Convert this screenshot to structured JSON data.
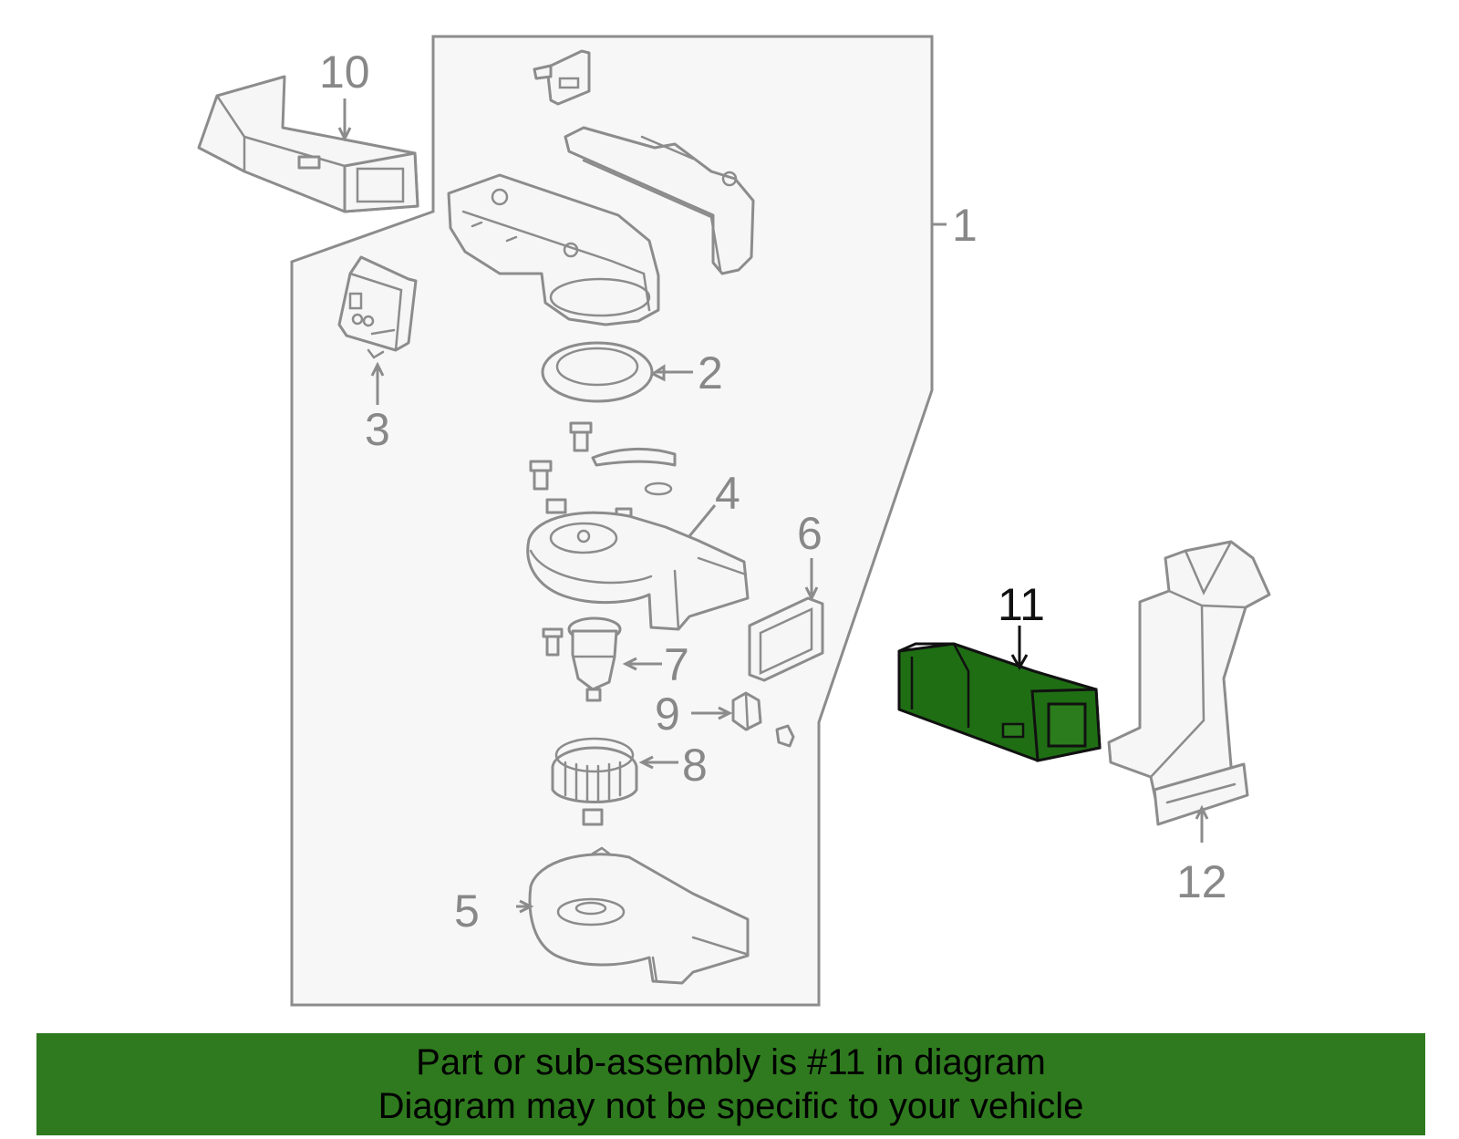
{
  "callouts": {
    "c1": "1",
    "c2": "2",
    "c3": "3",
    "c4": "4",
    "c5": "5",
    "c6": "6",
    "c7": "7",
    "c8": "8",
    "c9": "9",
    "c10": "10",
    "c11": "11",
    "c12": "12"
  },
  "highlight_part": "11",
  "colors": {
    "highlight_fill": "#1f6e14",
    "banner_background": "#2f7a1f",
    "line_gray": "#8c8c8c"
  },
  "banner": {
    "line1": "Part or sub-assembly is #11 in diagram",
    "line2": "Diagram may not be specific to your vehicle"
  }
}
